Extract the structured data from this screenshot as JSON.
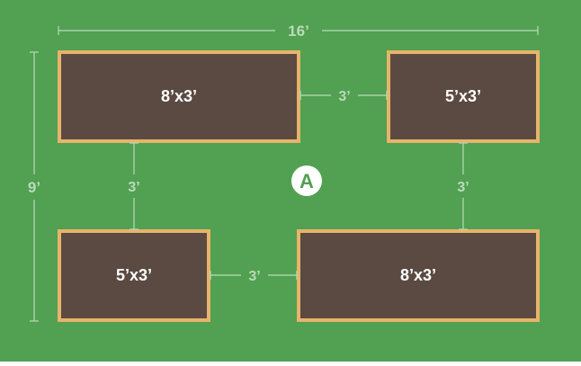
{
  "colors": {
    "background": "#52a052",
    "bed_fill": "#5a4a42",
    "bed_border": "#e8b36a",
    "bed_label": "#ffffff",
    "dimension": "#b8dcb8",
    "marker_fill": "#ffffff",
    "marker_text": "#52a052"
  },
  "dimensions": {
    "overall_width": "16’",
    "overall_height": "9’",
    "gap_top": "3’",
    "gap_bottom": "3’",
    "gap_left": "3’",
    "gap_right": "3’"
  },
  "beds": {
    "top_left": "8’x3’",
    "top_right": "5’x3’",
    "bottom_left": "5’x3’",
    "bottom_right": "8’x3’"
  },
  "marker": {
    "label": "A"
  }
}
